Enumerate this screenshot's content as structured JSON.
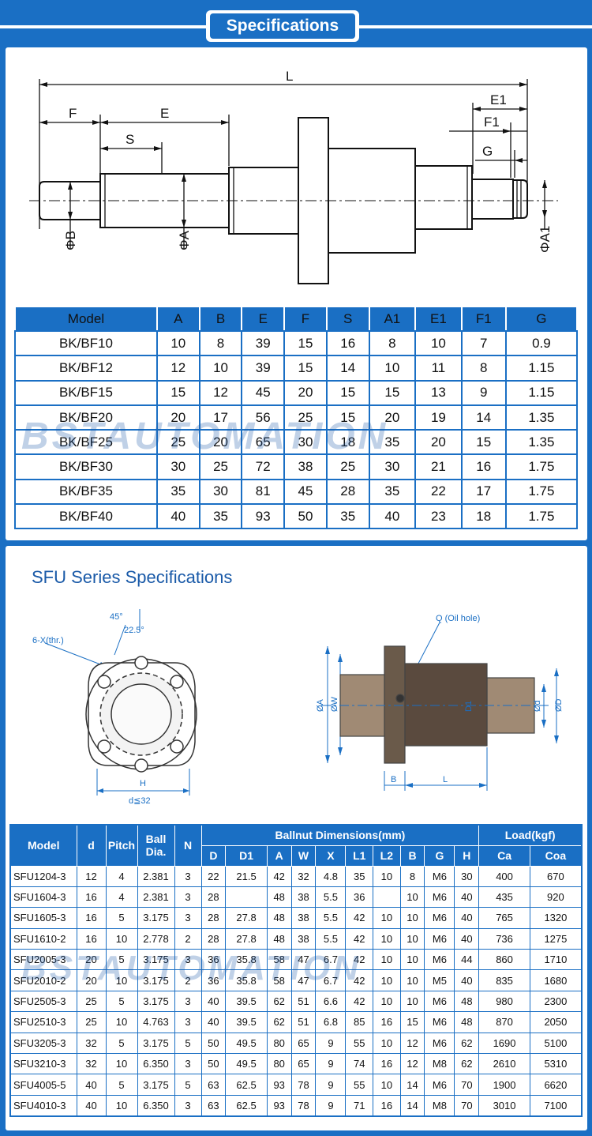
{
  "banner": {
    "title": "Specifications"
  },
  "diagram1": {
    "labels": {
      "L": "L",
      "F": "F",
      "E": "E",
      "S": "S",
      "E1": "E1",
      "F1": "F1",
      "G": "G",
      "PhiB": "ΦB",
      "PhiA": "ΦA",
      "PhiA1": "ΦA1"
    }
  },
  "table1": {
    "headers": [
      "Model",
      "A",
      "B",
      "E",
      "F",
      "S",
      "A1",
      "E1",
      "F1",
      "G"
    ],
    "rows": [
      [
        "BK/BF10",
        "10",
        "8",
        "39",
        "15",
        "16",
        "8",
        "10",
        "7",
        "0.9"
      ],
      [
        "BK/BF12",
        "12",
        "10",
        "39",
        "15",
        "14",
        "10",
        "11",
        "8",
        "1.15"
      ],
      [
        "BK/BF15",
        "15",
        "12",
        "45",
        "20",
        "15",
        "15",
        "13",
        "9",
        "1.15"
      ],
      [
        "BK/BF20",
        "20",
        "17",
        "56",
        "25",
        "15",
        "20",
        "19",
        "14",
        "1.35"
      ],
      [
        "BK/BF25",
        "25",
        "20",
        "65",
        "30",
        "18",
        "35",
        "20",
        "15",
        "1.35"
      ],
      [
        "BK/BF30",
        "30",
        "25",
        "72",
        "38",
        "25",
        "30",
        "21",
        "16",
        "1.75"
      ],
      [
        "BK/BF35",
        "35",
        "30",
        "81",
        "45",
        "28",
        "35",
        "22",
        "17",
        "1.75"
      ],
      [
        "BK/BF40",
        "40",
        "35",
        "93",
        "50",
        "35",
        "40",
        "23",
        "18",
        "1.75"
      ]
    ]
  },
  "watermark": "BSTAUTOMATION",
  "sfu": {
    "title": "SFU Series Specifications",
    "front_labels": {
      "angle45": "45°",
      "angle22": "22.5°",
      "holes": "6-X(thr.)",
      "H": "H",
      "d": "d≦32"
    },
    "side_labels": {
      "Q": "Q (Oil hole)",
      "PhiA": "ØA",
      "PhiW": "ØW",
      "D1": "D1",
      "Phid": "Ød",
      "PhiD": "ØD",
      "B": "B",
      "L": "L"
    }
  },
  "table2": {
    "h_model": "Model",
    "h_d": "d",
    "h_pitch": "Pitch",
    "h_ball": "Ball Dia.",
    "h_n": "N",
    "h_dims": "Ballnut Dimensions(mm)",
    "h_load": "Load(kgf)",
    "sub": [
      "D",
      "D1",
      "A",
      "W",
      "X",
      "L1",
      "L2",
      "B",
      "G",
      "H",
      "Ca",
      "Coa"
    ],
    "rows": [
      [
        "SFU1204-3",
        "12",
        "4",
        "2.381",
        "3",
        "22",
        "21.5",
        "42",
        "32",
        "4.8",
        "35",
        "10",
        "8",
        "M6",
        "30",
        "400",
        "670"
      ],
      [
        "SFU1604-3",
        "16",
        "4",
        "2.381",
        "3",
        "28",
        "",
        "48",
        "38",
        "5.5",
        "36",
        "",
        "10",
        "M6",
        "40",
        "435",
        "920"
      ],
      [
        "SFU1605-3",
        "16",
        "5",
        "3.175",
        "3",
        "28",
        "27.8",
        "48",
        "38",
        "5.5",
        "42",
        "10",
        "10",
        "M6",
        "40",
        "765",
        "1320"
      ],
      [
        "SFU1610-2",
        "16",
        "10",
        "2.778",
        "2",
        "28",
        "27.8",
        "48",
        "38",
        "5.5",
        "42",
        "10",
        "10",
        "M6",
        "40",
        "736",
        "1275"
      ],
      [
        "SFU2005-3",
        "20",
        "5",
        "3.175",
        "3",
        "36",
        "35.8",
        "58",
        "47",
        "6.7",
        "42",
        "10",
        "10",
        "M6",
        "44",
        "860",
        "1710"
      ],
      [
        "SFU2010-2",
        "20",
        "10",
        "3.175",
        "2",
        "36",
        "35.8",
        "58",
        "47",
        "6.7",
        "42",
        "10",
        "10",
        "M5",
        "40",
        "835",
        "1680"
      ],
      [
        "SFU2505-3",
        "25",
        "5",
        "3.175",
        "3",
        "40",
        "39.5",
        "62",
        "51",
        "6.6",
        "42",
        "10",
        "10",
        "M6",
        "48",
        "980",
        "2300"
      ],
      [
        "SFU2510-3",
        "25",
        "10",
        "4.763",
        "3",
        "40",
        "39.5",
        "62",
        "51",
        "6.8",
        "85",
        "16",
        "15",
        "M6",
        "48",
        "870",
        "2050"
      ],
      [
        "SFU3205-3",
        "32",
        "5",
        "3.175",
        "5",
        "50",
        "49.5",
        "80",
        "65",
        "9",
        "55",
        "10",
        "12",
        "M6",
        "62",
        "1690",
        "5100"
      ],
      [
        "SFU3210-3",
        "32",
        "10",
        "6.350",
        "3",
        "50",
        "49.5",
        "80",
        "65",
        "9",
        "74",
        "16",
        "12",
        "M8",
        "62",
        "2610",
        "5310"
      ],
      [
        "SFU4005-5",
        "40",
        "5",
        "3.175",
        "5",
        "63",
        "62.5",
        "93",
        "78",
        "9",
        "55",
        "10",
        "14",
        "M6",
        "70",
        "1900",
        "6620"
      ],
      [
        "SFU4010-3",
        "40",
        "10",
        "6.350",
        "3",
        "63",
        "62.5",
        "93",
        "78",
        "9",
        "71",
        "16",
        "14",
        "M8",
        "70",
        "3010",
        "7100"
      ]
    ]
  },
  "colors": {
    "brand_blue": "#1a6fc4",
    "panel": "#ffffff"
  }
}
